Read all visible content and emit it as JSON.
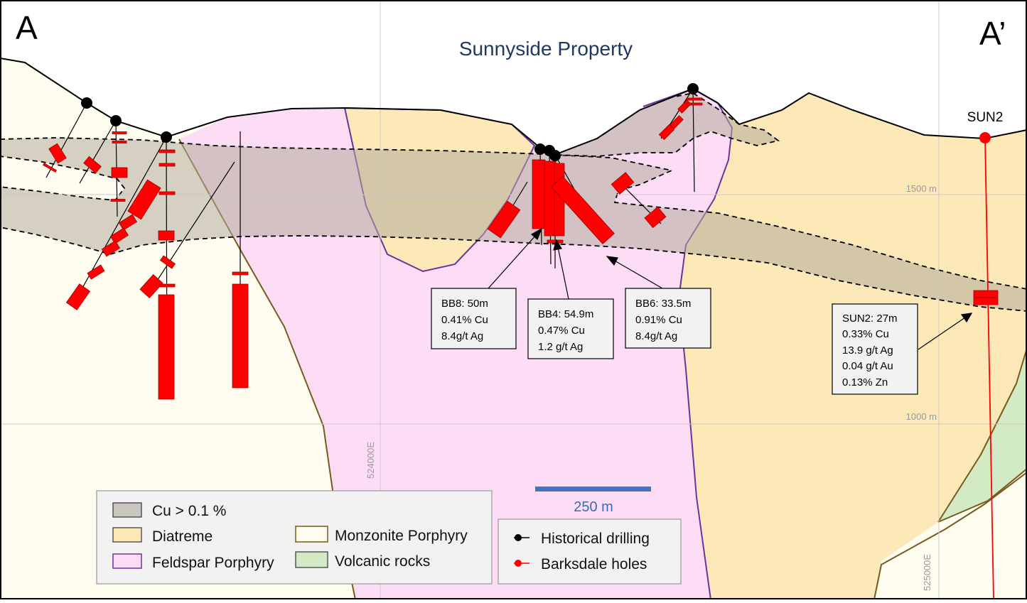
{
  "corner_left": "A",
  "corner_right": "A’",
  "title": "Sunnyside Property",
  "grid": {
    "elev_1500": "1500 m",
    "elev_1000": "1000 m",
    "east_524000": "524000E",
    "east_525000": "525000E"
  },
  "hole_label": "SUN2",
  "callouts": {
    "bb8": [
      "BB8: 50m",
      "0.41% Cu",
      "8.4g/t Ag"
    ],
    "bb4": [
      "BB4: 54.9m",
      "0.47% Cu",
      "1.2 g/t Ag"
    ],
    "bb6": [
      "BB6: 33.5m",
      "0.91% Cu",
      "8.4g/t Ag"
    ],
    "sun2": [
      "SUN2: 27m",
      "0.33% Cu",
      "13.9 g/t Ag",
      "0.04 g/t Au",
      "0.13% Zn"
    ]
  },
  "scale_bar": {
    "label": "250 m",
    "color": "#4472c4"
  },
  "legend": {
    "cu": "Cu > 0.1 %",
    "diatreme": "Diatreme",
    "feldspar": "Feldspar Porphyry",
    "monzonite": "Monzonite Porphyry",
    "volcanic": "Volcanic rocks",
    "historical": "Historical drilling",
    "barksdale": "Barksdale holes"
  },
  "colors": {
    "monzonite_fill": "#fefdf0",
    "monzonite_line": "#7a5a1c",
    "diatreme_fill": "#fde9b8",
    "feldspar_fill": "#fddcf6",
    "feldspar_line": "#7030a0",
    "volcanic_fill": "#d3ebc5",
    "cu_zone_fill": "#b2ab9a",
    "intercept_red": "#ff0000",
    "historical_black": "#000000",
    "barksdale_red": "#ff0000"
  }
}
